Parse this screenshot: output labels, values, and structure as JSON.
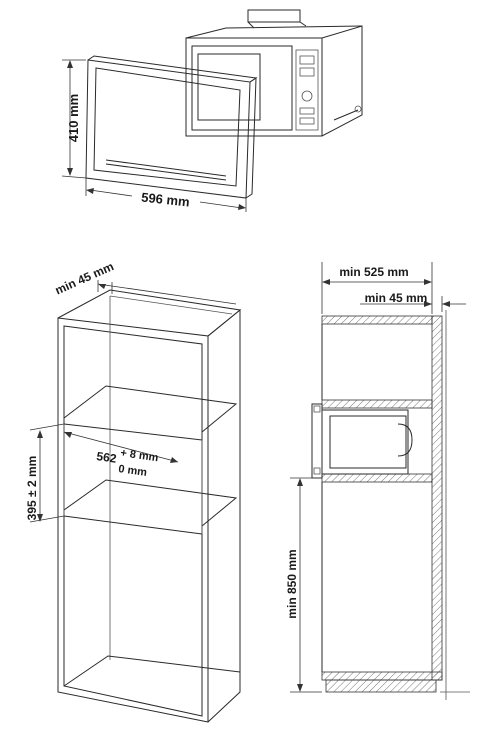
{
  "frame_diagram": {
    "height_label": "410 mm",
    "width_label": "596 mm"
  },
  "cabinet_diagram": {
    "top_gap_label": "min 45 mm",
    "opening_width_label": "562",
    "tolerance_upper_label": "+ 8 mm",
    "tolerance_lower_label": "0 mm",
    "opening_height_label": "395 ± 2 mm"
  },
  "section_diagram": {
    "depth_label": "min 525 mm",
    "rear_gap_label": "min 45 mm",
    "floor_height_label": "min 850 mm"
  }
}
